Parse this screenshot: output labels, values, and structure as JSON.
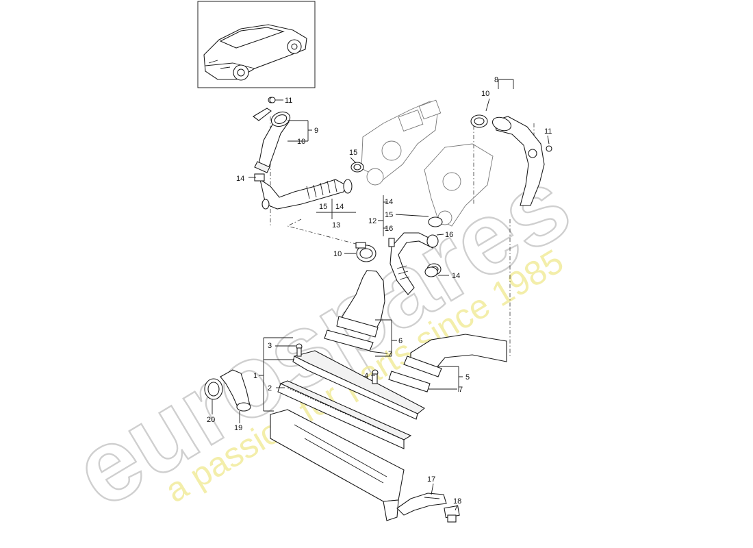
{
  "diagram": {
    "watermark": {
      "brand": "eurospares",
      "tagline": "a passion for parts since 1985"
    },
    "callouts": {
      "c1": "1",
      "c2": "2",
      "c3": "3",
      "c4": "4",
      "c5": "5",
      "c6": "6",
      "c7a": "7",
      "c7b": "7",
      "c8": "8",
      "c9": "9",
      "c10a": "10",
      "c10b": "10",
      "c10c": "10",
      "c11a": "11",
      "c11b": "11",
      "c12": "12",
      "c13": "13",
      "c14a": "14",
      "c14b": "14",
      "c14c": "14",
      "c14d": "14",
      "c15a": "15",
      "c15b": "15",
      "c15c": "15",
      "c16a": "16",
      "c16b": "16",
      "c17": "17",
      "c18": "18",
      "c19": "19",
      "c20": "20"
    },
    "icons": {
      "car": "car-thumbnail-icon"
    }
  }
}
